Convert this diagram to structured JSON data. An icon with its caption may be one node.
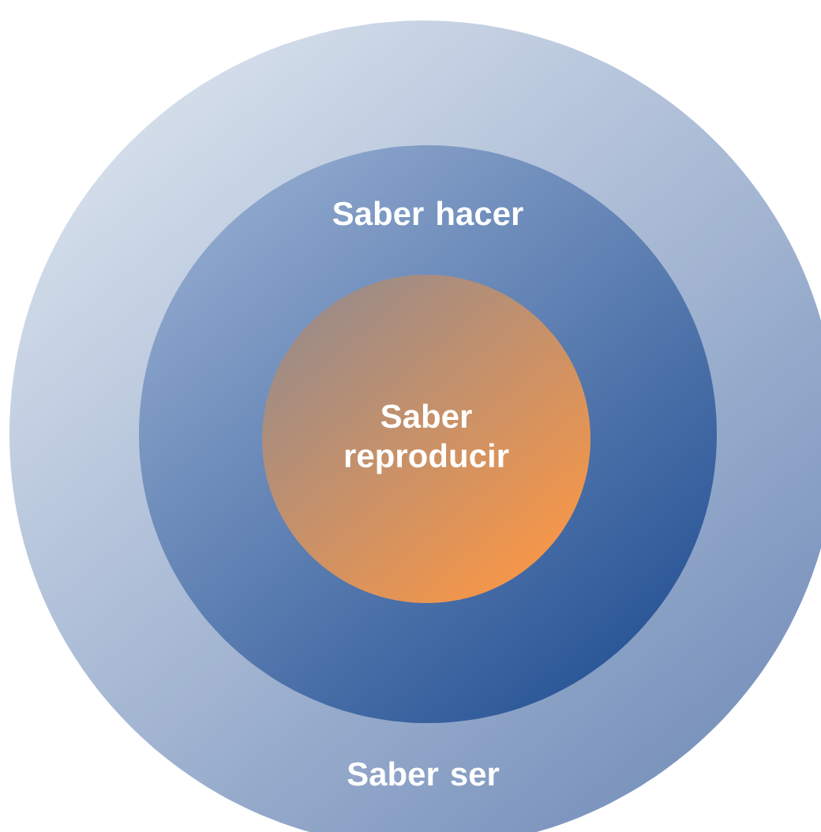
{
  "diagram": {
    "nodes": [
      {
        "text": [
          "Saber ser"
        ]
      },
      {
        "text": [
          "Saber hacer"
        ],
        "in": 0
      },
      {
        "text": [
          "Saber reproducir"
        ],
        "in": 1
      }
    ]
  }
}
